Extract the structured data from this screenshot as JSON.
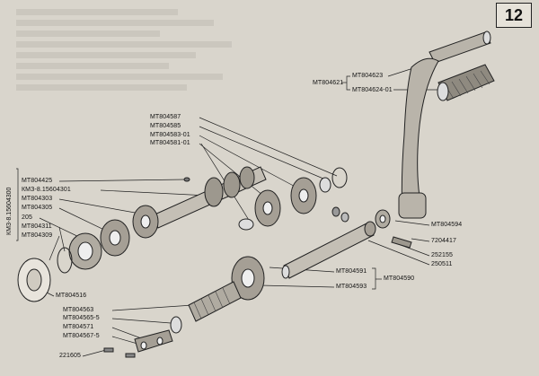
{
  "page_number": "12",
  "labels": {
    "mt804623": "MT804623",
    "mt804621": "MT804621",
    "mt804624_01": "MT804624-01",
    "mt804587": "MT804587",
    "mt804585": "MT804585",
    "mt804583_01": "MT804583-01",
    "mt804581_01": "MT804581-01",
    "kmz_vertical": "КМЗ-8.15604300",
    "mt804425": "MT804425",
    "kmz_15604301": "КМЗ-8.15604301",
    "mt804303": "MT804303",
    "mt804305": "MT804305",
    "n205": "205",
    "mt804311": "MT804311",
    "mt804309": "MT804309",
    "mt804516": "MT804516",
    "mt804594": "MT804594",
    "n7204417": "7204417",
    "n252155": "252155",
    "n250511": "250511",
    "mt804591": "MT804591",
    "mt804590": "MT804590",
    "mt804593": "MT804593",
    "mt804563": "MT804563",
    "mt804565_5": "MT804565-5",
    "mt804571": "MT804571",
    "mt804567_5": "MT804567-5",
    "n221605": "221605"
  }
}
